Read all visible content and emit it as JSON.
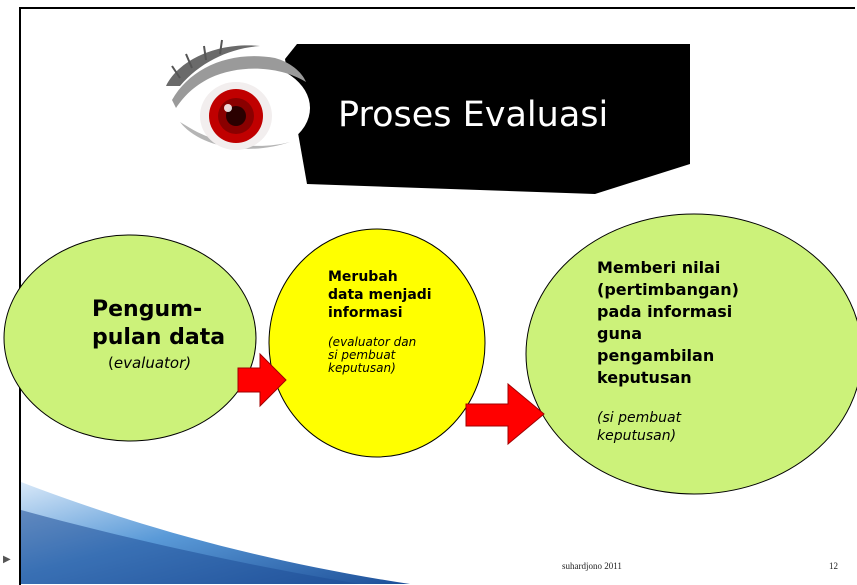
{
  "slide": {
    "title": "Proses Evaluasi",
    "step1": {
      "main": "Pengum-pulan data",
      "main_line1": "Pengum-",
      "main_line2": "pulan data",
      "sub_open": "(",
      "sub_italic": "evaluator)"
    },
    "step2": {
      "main_line1": "Merubah",
      "main_line2": "data menjadi",
      "main_line3": "informasi",
      "sub_line1": "(evaluator dan",
      "sub_line2": "si pembuat",
      "sub_line3": "keputusan)"
    },
    "step3": {
      "main_line1": "Memberi nilai",
      "main_line2": "(pertimbangan)",
      "main_line3": "pada informasi",
      "main_line4": "guna",
      "main_line5": "pengambilan",
      "main_line6": "keputusan",
      "sub_line1": "(si pembuat",
      "sub_line2": "keputusan)"
    },
    "footer": "suhardjono 2011",
    "page_number": "12"
  },
  "colors": {
    "circle_green": "#ccf27a",
    "circle_yellow": "#ffff00",
    "arrow_red": "#ff0000",
    "title_bg": "#000000",
    "wedge_blue": "#2f6fbf"
  },
  "icons": {
    "eye": "red-eye-icon",
    "arrow": "right-arrow-icon",
    "bullet": "arrow-bullet-icon"
  }
}
